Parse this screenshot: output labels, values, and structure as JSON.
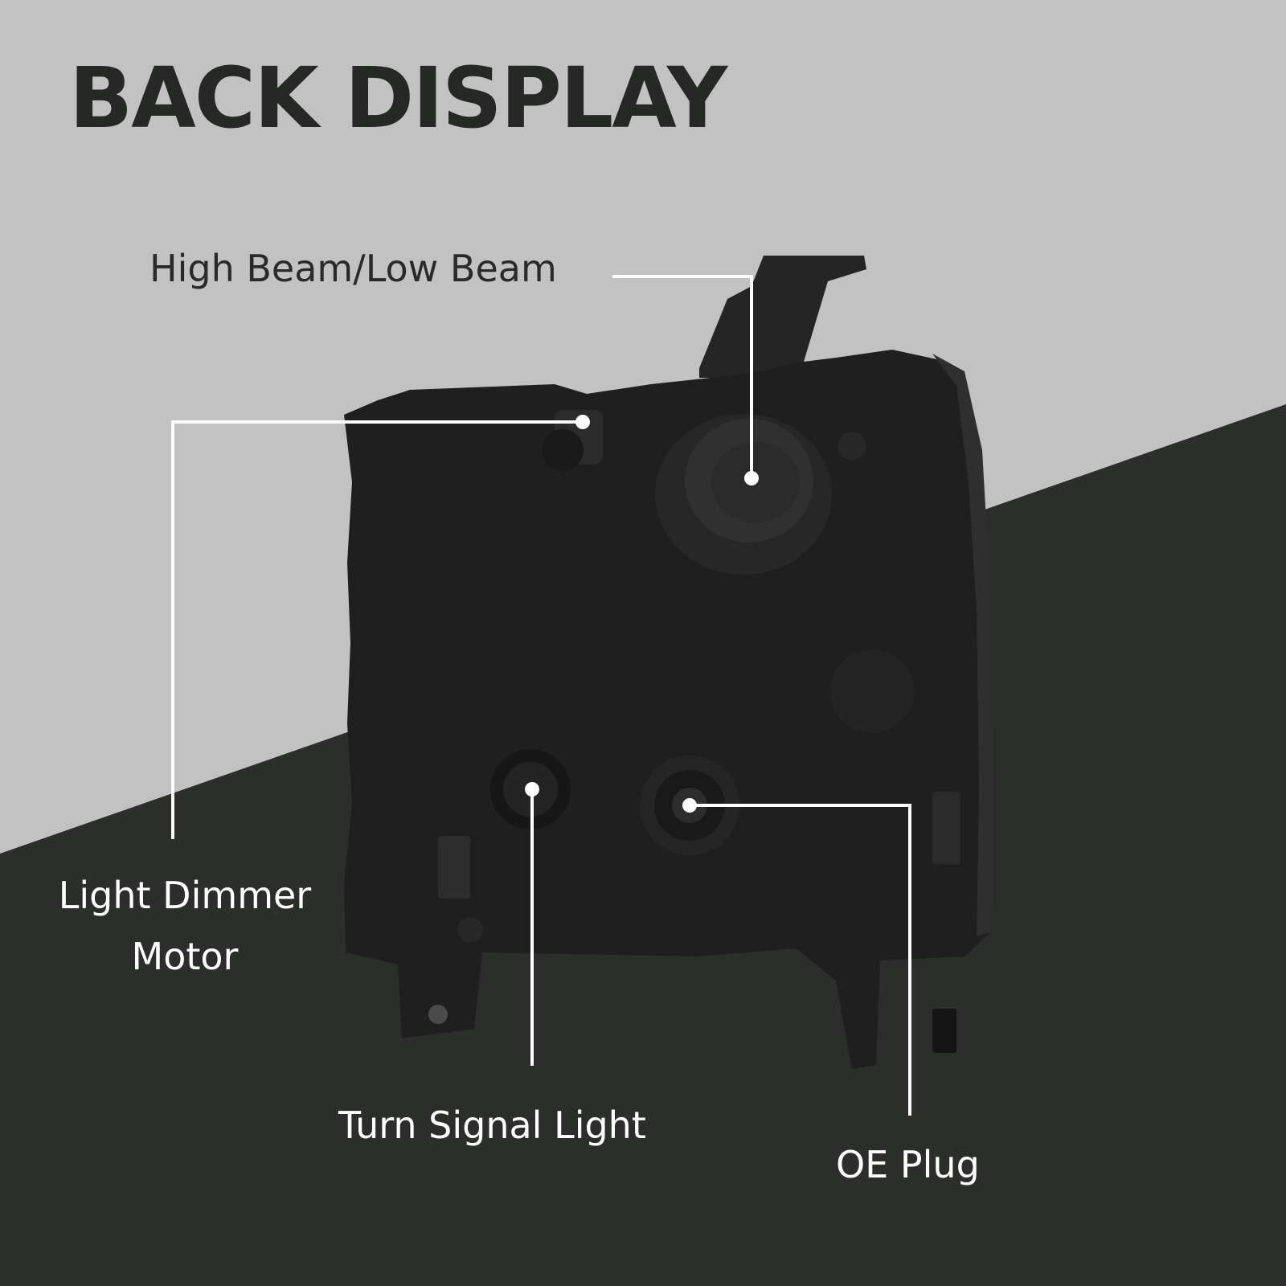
{
  "title": "BACK DISPLAY",
  "colors": {
    "background_light": "#c2c2c2",
    "background_dark": "#2b2e2b",
    "title": "#262826",
    "callout_line": "#ffffff",
    "housing": "#1e1f1e"
  },
  "callouts": {
    "high_low_beam": "High Beam/Low Beam",
    "light_dimmer_motor_line1": "Light Dimmer",
    "light_dimmer_motor_line2": "Motor",
    "turn_signal_light": "Turn Signal Light",
    "oe_plug": "OE Plug"
  },
  "product_image": {
    "subject": "headlight-housing-back-view"
  }
}
